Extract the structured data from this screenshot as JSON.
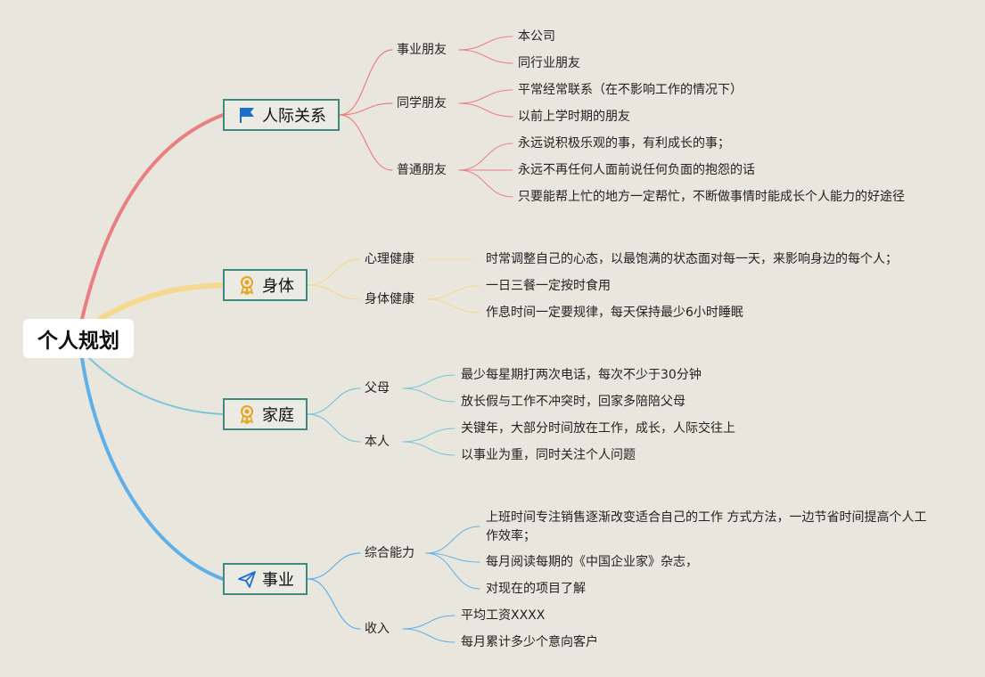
{
  "root": {
    "label": "个人规划"
  },
  "colors": {
    "relations": "#e97f82",
    "body": "#f5d98f",
    "family": "#79c6d8",
    "career": "#5fb0e8",
    "branch_border": "#3f8a80"
  },
  "branches": [
    {
      "label": "人际关系",
      "icon": "flag-icon",
      "subs": [
        {
          "label": "事业朋友",
          "leaves": [
            "本公司",
            "同行业朋友"
          ]
        },
        {
          "label": "同学朋友",
          "leaves": [
            "平常经常联系（在不影响工作的情况下）",
            "以前上学时期的朋友"
          ]
        },
        {
          "label": "普通朋友",
          "leaves": [
            "永远说积极乐观的事，有利成长的事；",
            "永远不再任何人面前说任何负面的抱怨的话",
            "只要能帮上忙的地方一定帮忙，不断做事情时能成长个人能力的好途径"
          ]
        }
      ]
    },
    {
      "label": "身体",
      "icon": "award-ribbon-icon",
      "subs": [
        {
          "label": "心理健康",
          "leaves": [
            "时常调整自己的心态，以最饱满的状态面对每一天，来影响身边的每个人；"
          ]
        },
        {
          "label": "身体健康",
          "leaves": [
            "一日三餐一定按时食用",
            "作息时间一定要规律，每天保持最少6小时睡眠"
          ]
        }
      ]
    },
    {
      "label": "家庭",
      "icon": "award-ribbon-icon",
      "subs": [
        {
          "label": "父母",
          "leaves": [
            "最少每星期打两次电话，每次不少于30分钟",
            "放长假与工作不冲突时，回家多陪陪父母"
          ]
        },
        {
          "label": "本人",
          "leaves": [
            "关键年，大部分时间放在工作，成长，人际交往上",
            "以事业为重，同时关注个人问题"
          ]
        }
      ]
    },
    {
      "label": "事业",
      "icon": "paper-plane-icon",
      "subs": [
        {
          "label": "综合能力",
          "leaves": [
            "上班时间专注销售逐渐改变适合自己的工作 方式方法，一边节省时间提高个人工作效率；",
            "每月阅读每期的《中国企业家》杂志，",
            "对现在的项目了解"
          ]
        },
        {
          "label": "收入",
          "leaves": [
            "平均工资XXXX",
            "每月累计多少个意向客户"
          ]
        }
      ]
    }
  ]
}
